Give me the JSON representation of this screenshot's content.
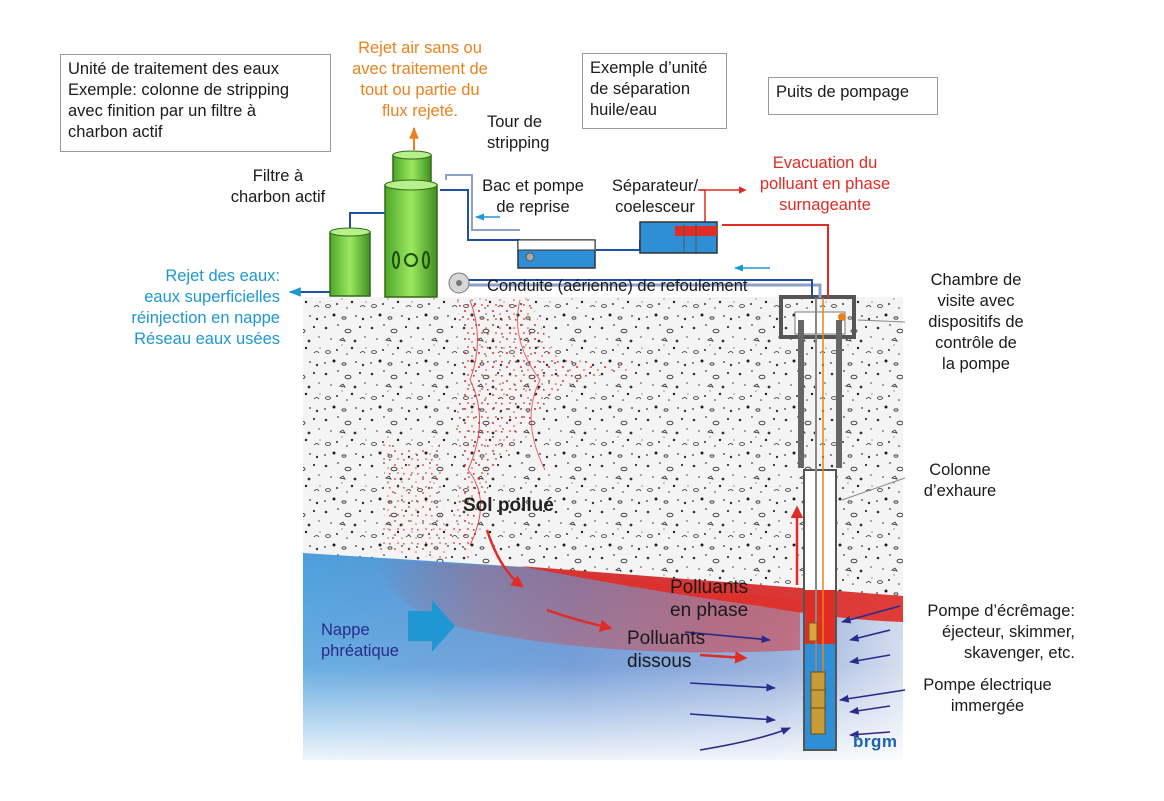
{
  "colors": {
    "orange": "#e8821e",
    "red": "#e12b25",
    "cyan_text": "#1e97d3",
    "navy_text": "#2a2a8c",
    "water": "#2f8fd6",
    "tank_green": "#6fd23a"
  },
  "labels": {
    "treatment_unit": [
      "Unité de traitement des eaux",
      "Exemple: colonne de stripping",
      "avec finition par un filtre à",
      "charbon actif"
    ],
    "air_release": [
      "Rejet air sans ou",
      "avec traitement de",
      "tout ou partie du",
      "flux rejeté."
    ],
    "separation_unit": [
      "Exemple d’unité",
      "de séparation",
      "huile/eau"
    ],
    "pumping_well": "Puits de pompage",
    "stripping_tower": [
      "Tour de",
      "stripping"
    ],
    "carbon_filter": [
      "Filtre à",
      "charbon actif"
    ],
    "tank_pump": [
      "Bac et pompe",
      "de reprise"
    ],
    "separator": [
      "Séparateur/",
      "coelesceur"
    ],
    "floating_evac": [
      "Evacuation du",
      "polluant en phase",
      "surnageante"
    ],
    "water_release": [
      "Rejet des eaux:",
      "eaux superficielles",
      "réinjection en nappe",
      "Réseau eaux usées"
    ],
    "discharge_pipe": "Conduite (aérienne) de refoulement",
    "inspection_chamber": [
      "Chambre de",
      "visite avec",
      "dispositifs de",
      "contrôle de",
      "la pompe"
    ],
    "exhaure_column": [
      "Colonne",
      "d’exhaure"
    ],
    "polluted_soil": "Sol pollué",
    "phase_pollutants": [
      "Polluants",
      "en phase"
    ],
    "dissolved_pollutants": [
      "Polluants",
      "dissous"
    ],
    "groundwater": [
      "Nappe",
      "phréatique"
    ],
    "skimming_pump": [
      "Pompe d’écrêmage:",
      "éjecteur, skimmer,",
      "skavenger, etc."
    ],
    "electric_pump": [
      "Pompe électrique",
      "immergée"
    ],
    "logo": "brgm"
  }
}
